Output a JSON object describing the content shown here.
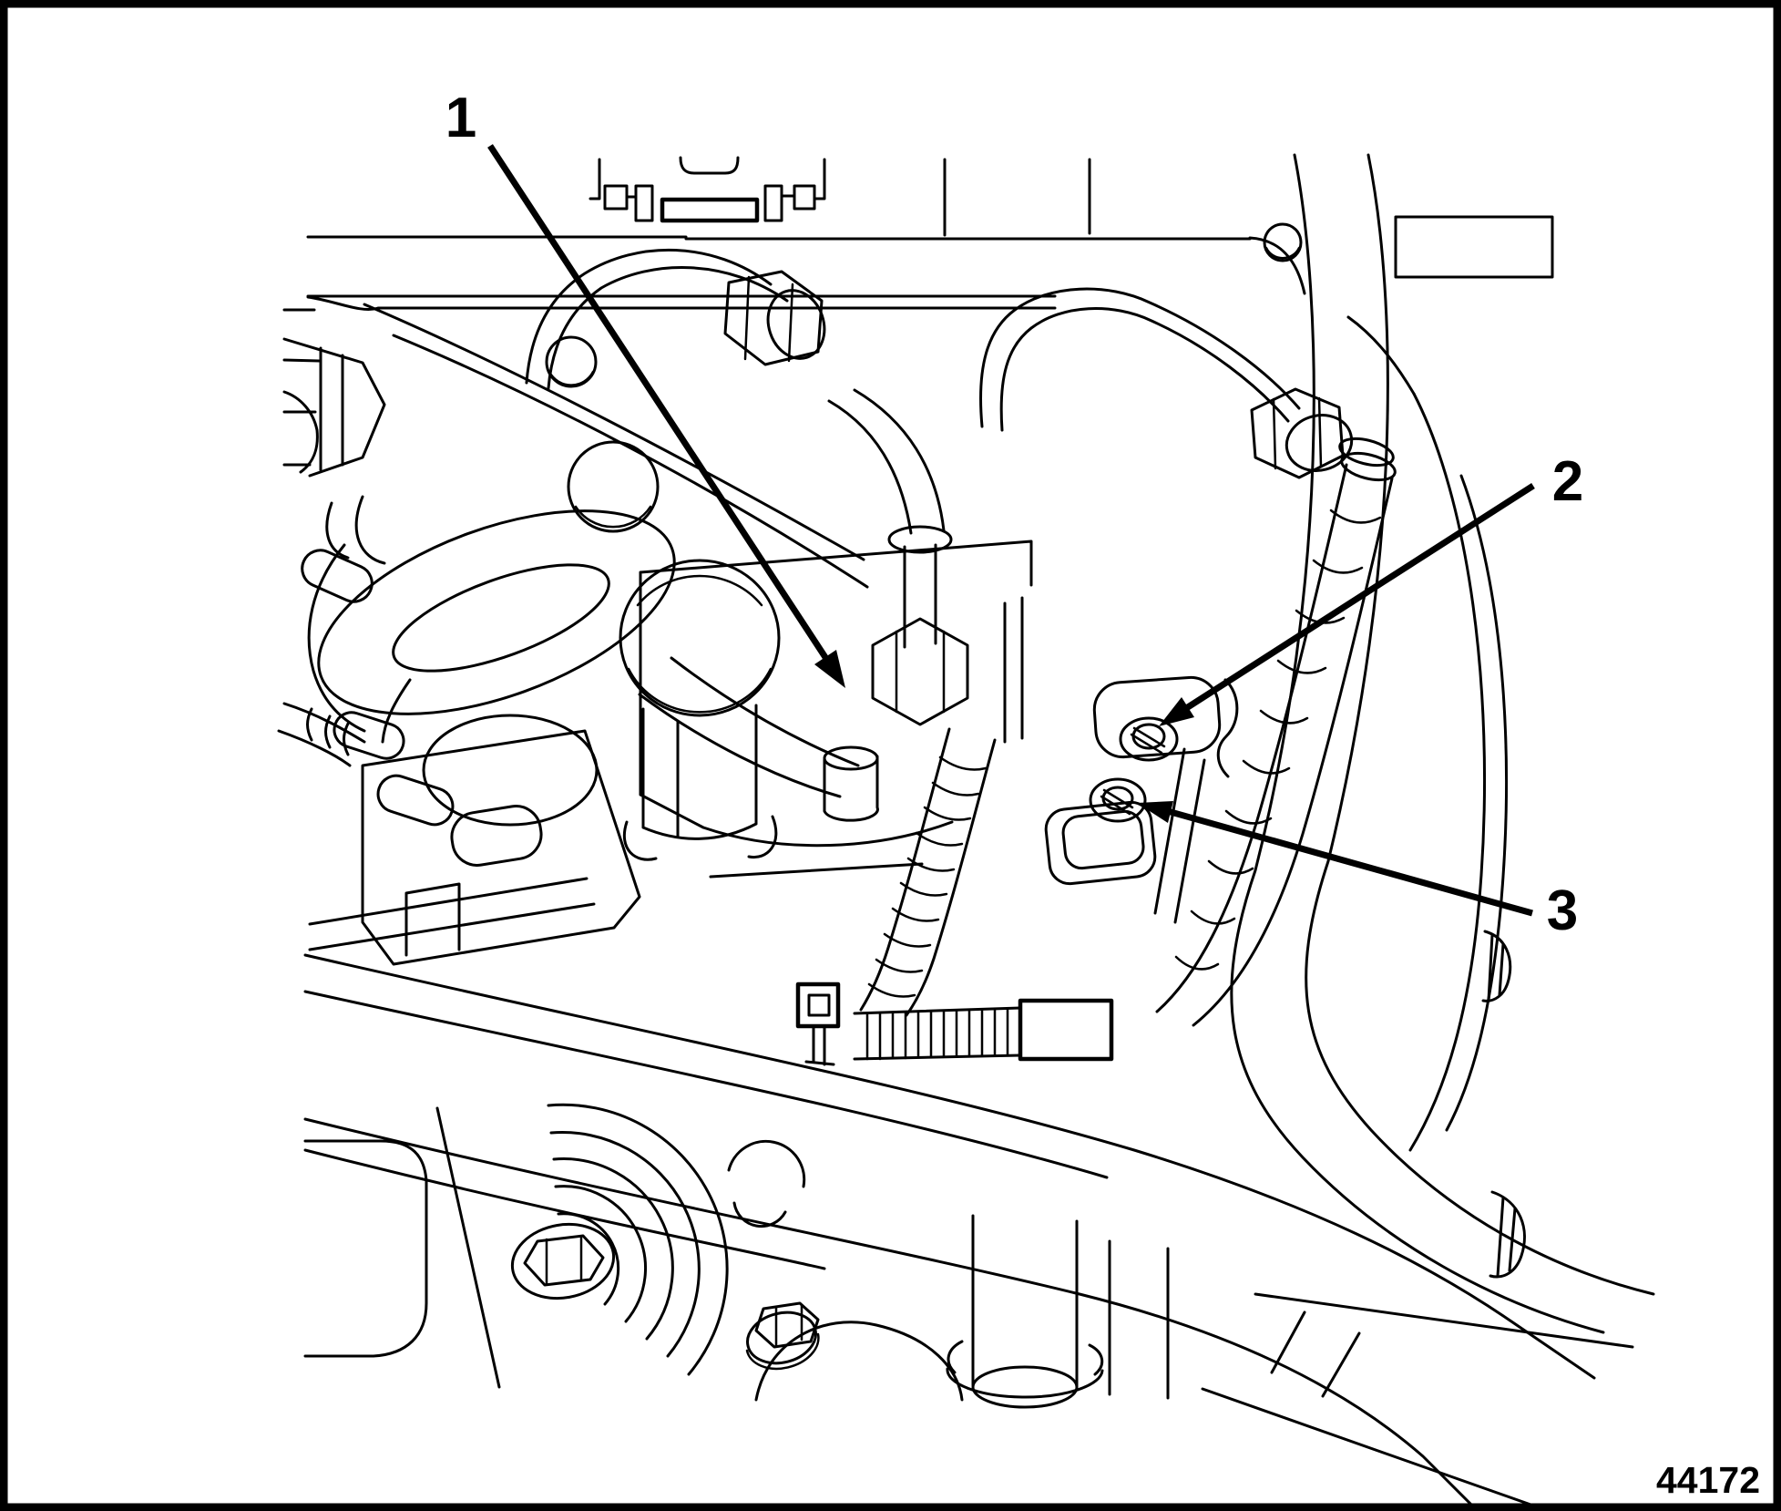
{
  "figure": {
    "kind": "technical-line-illustration",
    "subject": "engine-fuel-system-diagram",
    "colors": {
      "ink": "#000000",
      "paper": "#ffffff"
    },
    "figure_number": "44172",
    "callouts": [
      {
        "label": "1"
      },
      {
        "label": "2"
      },
      {
        "label": "3"
      }
    ]
  }
}
